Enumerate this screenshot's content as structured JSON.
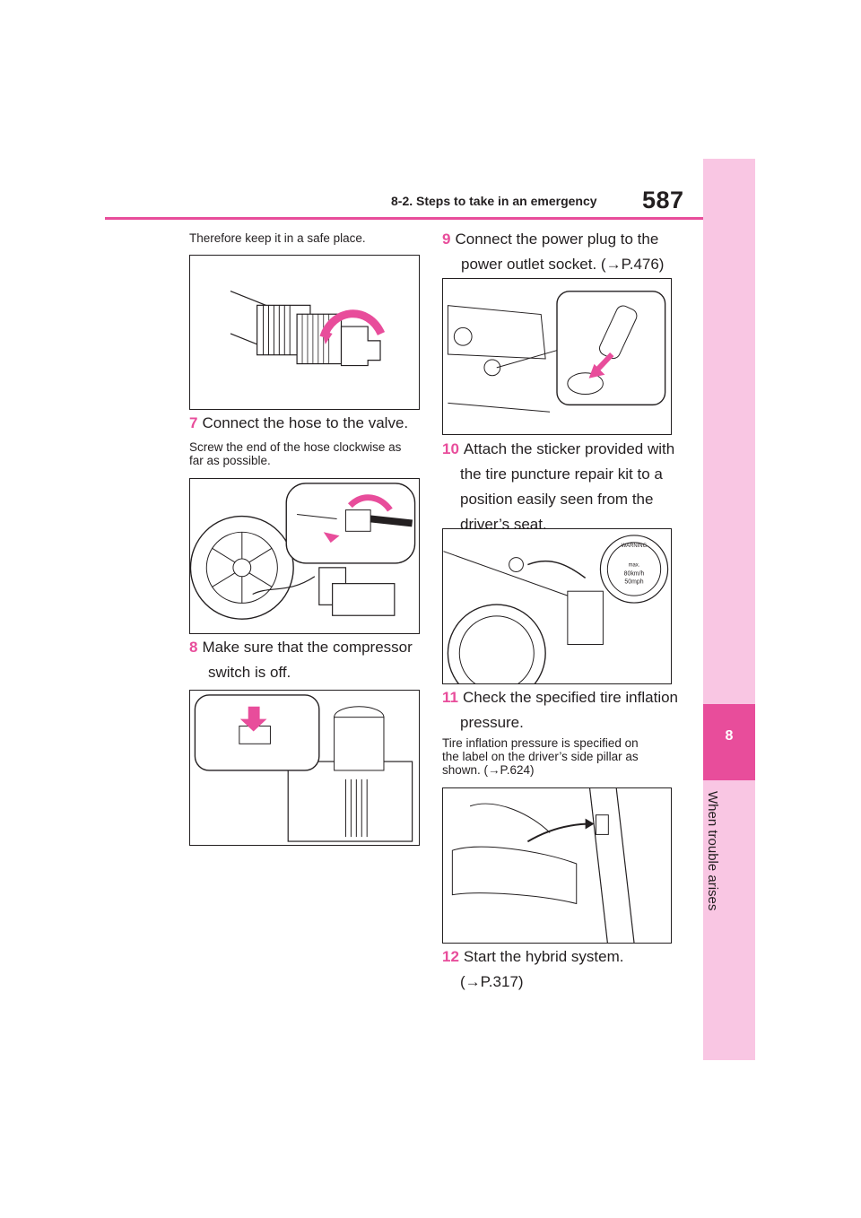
{
  "colors": {
    "accent": "#e84d9b",
    "tab": "#f9c6e3"
  },
  "header": {
    "section": "8-2. Steps to take in an emergency",
    "page_number": "587"
  },
  "side_tab": {
    "chapter_number": "8",
    "chapter_title": "When trouble arises"
  },
  "left_column": {
    "intro": "Therefore keep it in a safe place.",
    "step7": {
      "num": "7",
      "text": "Connect the hose to the valve."
    },
    "step7_note_1": "Screw the end of the hose clockwise as",
    "step7_note_2": "far as possible.",
    "step8": {
      "num": "8",
      "line1": "Make sure that the compressor",
      "line2": "switch is off."
    }
  },
  "right_column": {
    "step9": {
      "num": "9",
      "line1": "Connect the power plug to the",
      "line2": "power outlet socket. (→P.476)"
    },
    "step10": {
      "num": "10",
      "line1": "Attach the sticker provided with",
      "line2": "the tire puncture repair kit to a",
      "line3": "position easily seen from the",
      "line4": "driver’s seat."
    },
    "step11": {
      "num": "11",
      "line1": "Check the specified tire inflation",
      "line2": "pressure."
    },
    "step11_note_1": "Tire inflation pressure is specified on",
    "step11_note_2": "the label on the driver’s side pillar as",
    "step11_note_3": "shown. (→P.624)",
    "step12": {
      "num": "12",
      "line1": "Start the hybrid system.",
      "line2": "(→P.317)"
    }
  },
  "sticker": {
    "warning": "WARNING",
    "max": "max.",
    "kmh": "80km/h",
    "mph": "50mph"
  }
}
